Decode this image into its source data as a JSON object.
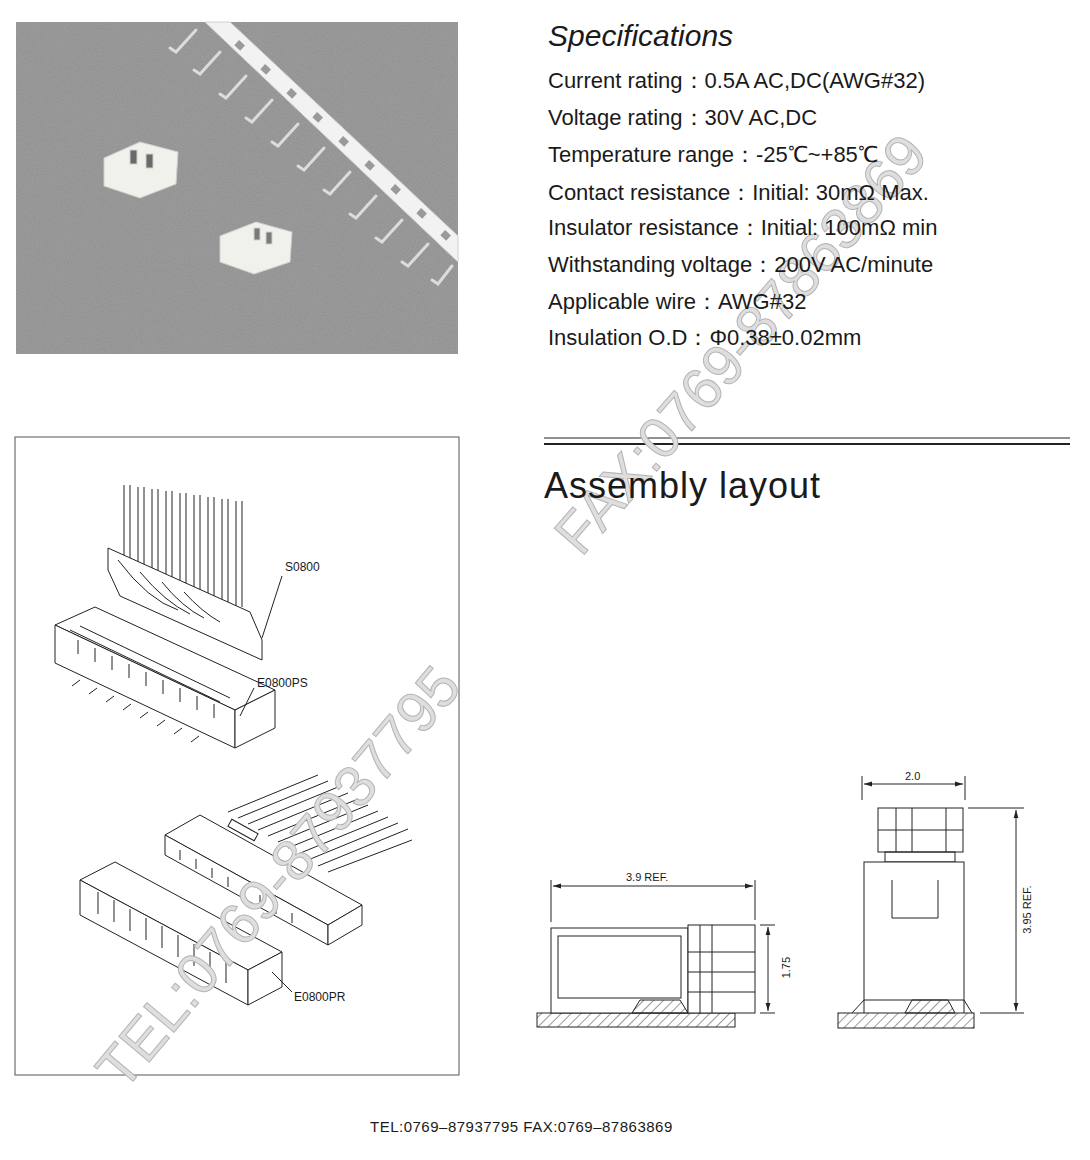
{
  "diagram": {
    "labels": [
      "Specifications",
      "Current rating：0.5A AC,DC(AWG#32)",
      "Voltage rating：30V AC,DC",
      "Temperature range：-25℃~+85℃",
      "Contact resistance：Initial: 30mΩ Max.",
      "Insulator resistance：Initial: 100mΩ min",
      "Withstanding voltage：200V AC/minute",
      "Applicable wire：AWG#32",
      "Insulation O.D：Φ0.38±0.02mm",
      "Assembly layout",
      "S0800",
      "E0800PS",
      "E0800PR",
      "3.9 REF.",
      "1.75",
      "2.0",
      "3.95 REF.",
      "TEL:0769–87937795   FAX:0769–87863869",
      "TEL:0769-87937795",
      "FAX:0769-87863869"
    ]
  }
}
